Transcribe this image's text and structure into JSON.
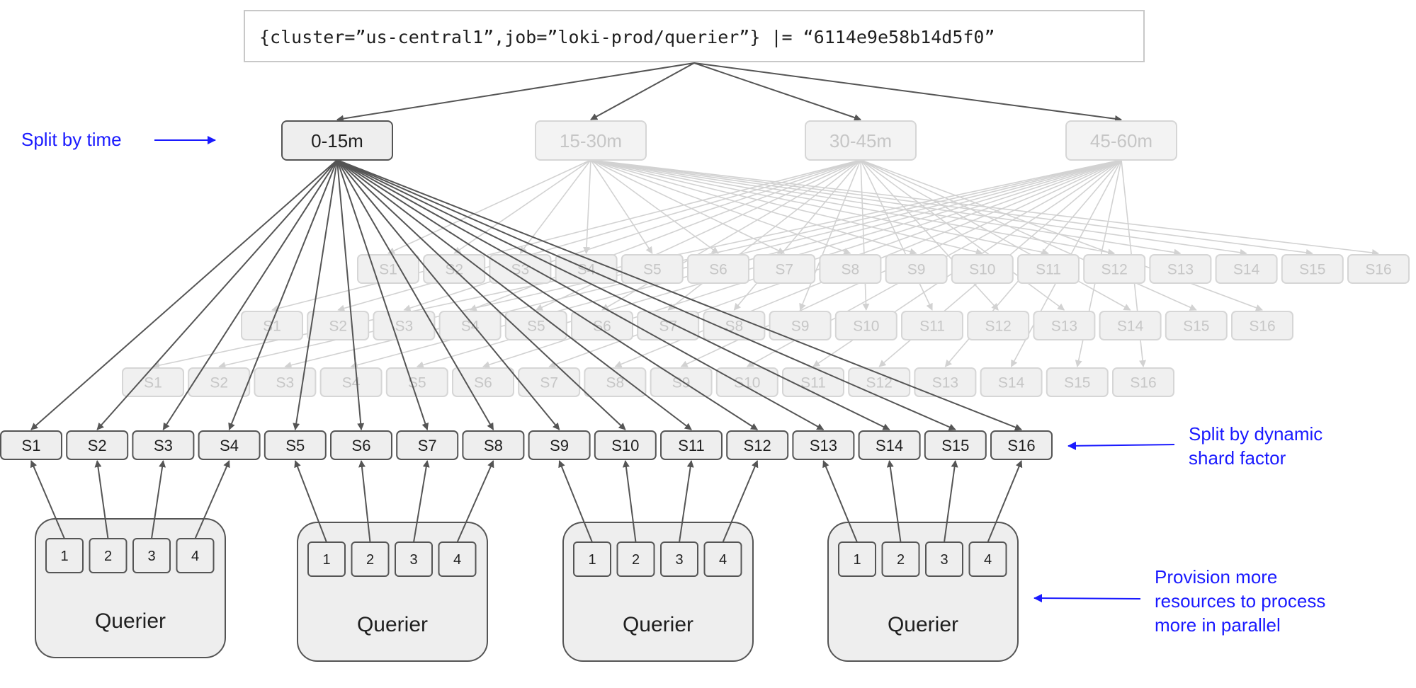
{
  "query": "{cluster=”us-central1”,job=”loki-prod/querier”} |= “6114e9e58b14d5f0”",
  "time_splits": [
    {
      "label": "0-15m",
      "active": true
    },
    {
      "label": "15-30m",
      "active": false
    },
    {
      "label": "30-45m",
      "active": false
    },
    {
      "label": "45-60m",
      "active": false
    }
  ],
  "shards": [
    "S1",
    "S2",
    "S3",
    "S4",
    "S5",
    "S6",
    "S7",
    "S8",
    "S9",
    "S10",
    "S11",
    "S12",
    "S13",
    "S14",
    "S15",
    "S16"
  ],
  "queriers": [
    {
      "label": "Querier",
      "slots": [
        "1",
        "2",
        "3",
        "4"
      ]
    },
    {
      "label": "Querier",
      "slots": [
        "1",
        "2",
        "3",
        "4"
      ]
    },
    {
      "label": "Querier",
      "slots": [
        "1",
        "2",
        "3",
        "4"
      ]
    },
    {
      "label": "Querier",
      "slots": [
        "1",
        "2",
        "3",
        "4"
      ]
    }
  ],
  "annotations": {
    "split_time": "Split by time",
    "split_shard_line1": "Split by dynamic",
    "split_shard_line2": "shard factor",
    "provision_line1": "Provision more",
    "provision_line2": "resources to process",
    "provision_line3": "more in parallel"
  },
  "colors": {
    "annotation": "#1a1aff",
    "active_stroke": "#555555",
    "active_fill": "#eeeeee",
    "ghost_stroke": "#d6d6d6",
    "ghost_text": "#c6c6c6"
  }
}
